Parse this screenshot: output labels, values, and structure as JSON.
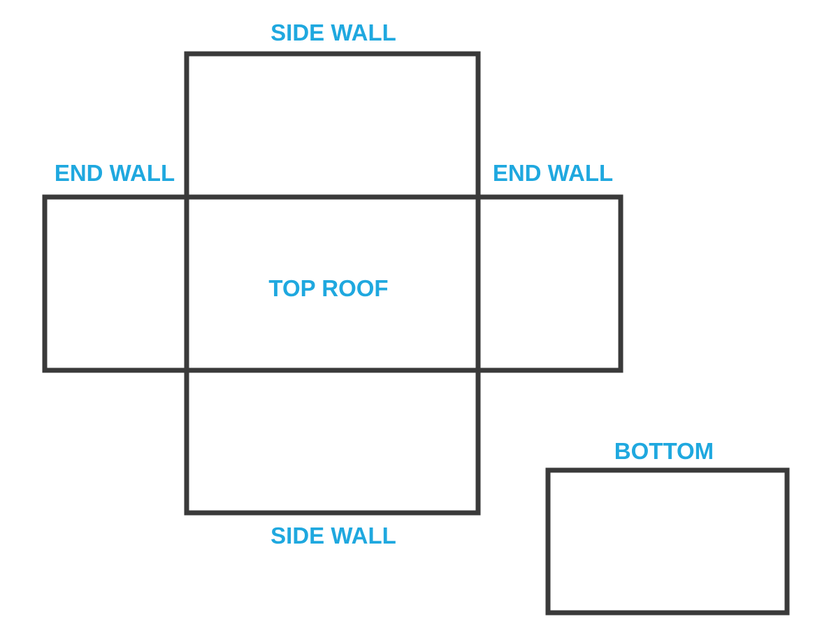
{
  "panels": {
    "side_wall_top": {
      "label": "SIDE WALL"
    },
    "end_wall_left": {
      "label": "END WALL"
    },
    "top_roof": {
      "label": "TOP ROOF"
    },
    "end_wall_right": {
      "label": "END WALL"
    },
    "side_wall_bottom": {
      "label": "SIDE WALL"
    },
    "bottom": {
      "label": "BOTTOM"
    }
  },
  "colors": {
    "label": "#1fa8df",
    "outline": "#3a3a3a",
    "background": "#ffffff"
  }
}
